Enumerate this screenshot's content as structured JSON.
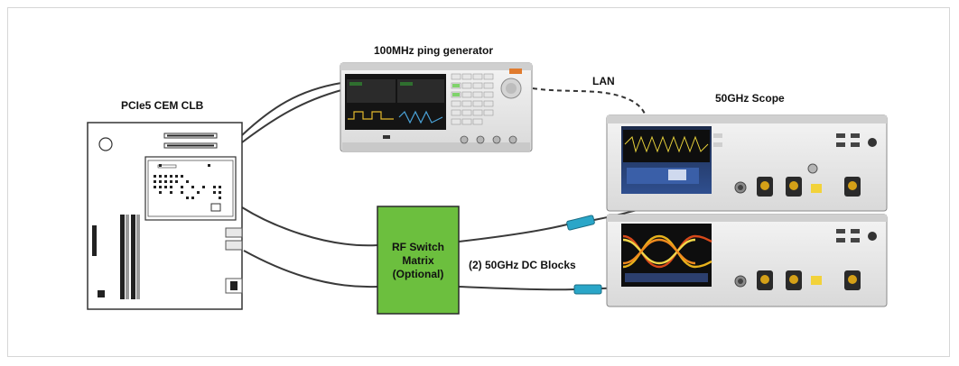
{
  "labels": {
    "ping_generator": "100MHz ping generator",
    "clb": "PCIe5 CEM CLB",
    "lan": "LAN",
    "scope": "50GHz Scope",
    "rf_switch_line1": "RF Switch",
    "rf_switch_line2": "Matrix",
    "rf_switch_line3": "(Optional)",
    "dc_blocks": "(2) 50GHz DC Blocks"
  },
  "colors": {
    "rf_switch_fill": "#6cbf3e",
    "dc_block_fill": "#2aa6c8",
    "cable": "#3a3a3a",
    "frame_border": "#d6d6d6"
  }
}
